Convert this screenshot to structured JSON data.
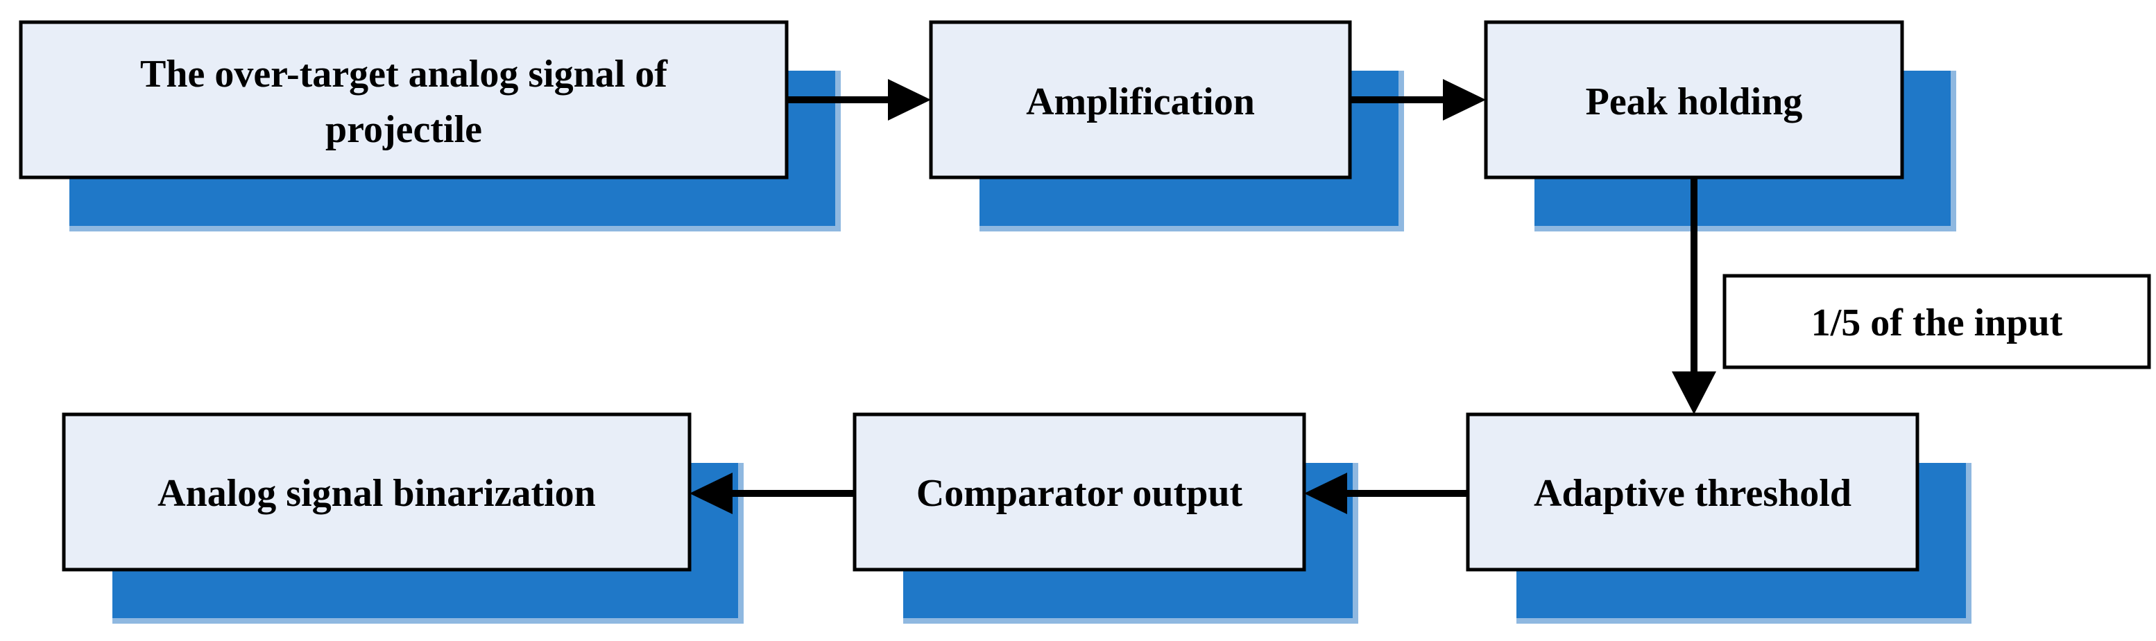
{
  "nodes": {
    "signal": {
      "line1": "The over-target analog signal of",
      "line2": "projectile"
    },
    "amplification": {
      "label": "Amplification"
    },
    "peak": {
      "label": "Peak holding"
    },
    "adaptive": {
      "label": "Adaptive threshold"
    },
    "comparator": {
      "label": "Comparator output"
    },
    "binarization": {
      "label": "Analog signal binarization"
    }
  },
  "edge_labels": {
    "peak_to_adaptive": "1/5 of the input"
  },
  "colors": {
    "box_fill": "#e8eef8",
    "shadow": "#1f78c8",
    "stroke": "#000000"
  }
}
